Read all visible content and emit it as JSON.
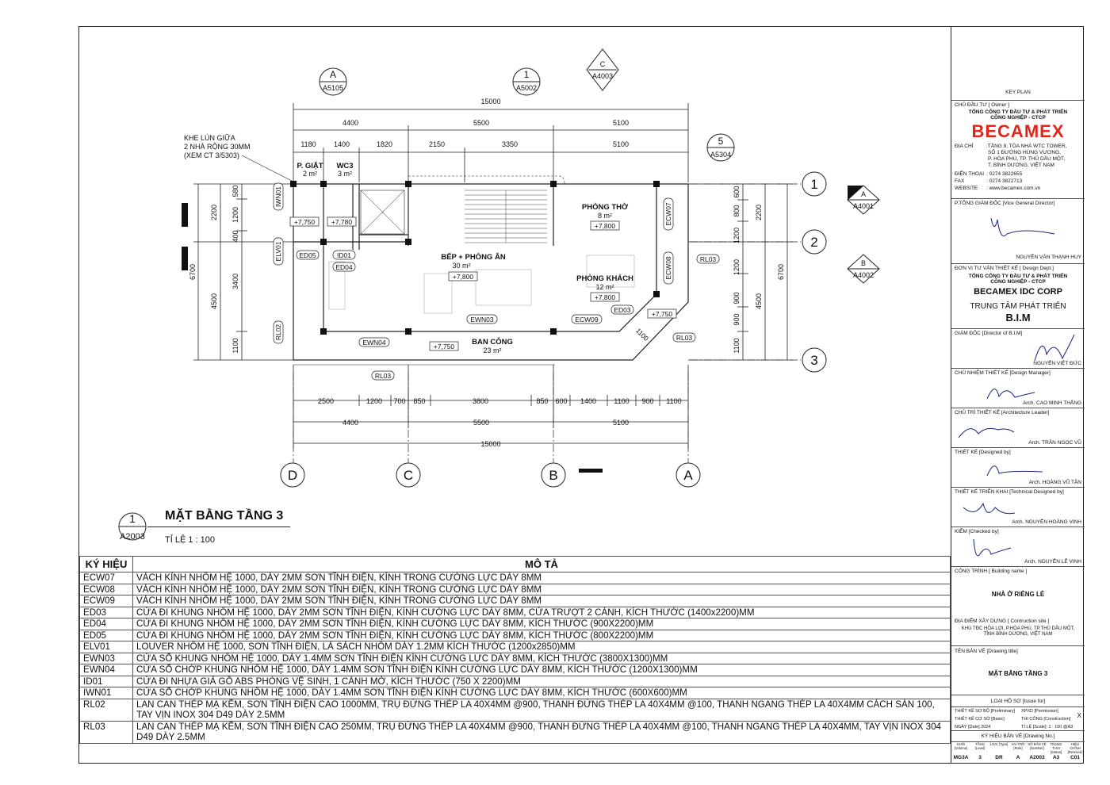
{
  "drawing": {
    "title": "MẶT BẰNG TẦNG 3",
    "scale": "TỈ LỆ  1 : 100",
    "view_number": "1",
    "view_sheet": "A2003",
    "dims_top_total": "15000",
    "dims_top_mid": [
      "4400",
      "5500",
      "5100"
    ],
    "dims_top_fine": [
      "1180",
      "1400",
      "1820",
      "2150",
      "3350",
      "5100"
    ],
    "dims_bottom_fine": [
      "2500",
      "1200",
      "700",
      "850",
      "3800",
      "850",
      "600",
      "1400",
      "1100",
      "900",
      "1100"
    ],
    "dims_bottom_mid": [
      "4400",
      "5500",
      "5100"
    ],
    "dims_bottom_total": "15000",
    "dims_left_outer": [
      "2200",
      "4500"
    ],
    "dims_left_inner": [
      "580",
      "1200",
      "400",
      "3400",
      "1100"
    ],
    "dims_left_total": "6700",
    "dims_right_inner": [
      "600",
      "800",
      "1200",
      "1200",
      "900",
      "900",
      "1100"
    ],
    "dims_right_outer": [
      "2200",
      "4500"
    ],
    "dims_right_total": "6700",
    "grid_cols": [
      "D",
      "C",
      "B",
      "A"
    ],
    "grid_rows": [
      "1",
      "2",
      "3"
    ],
    "callouts": [
      {
        "top": "A",
        "bottom": "A5105"
      },
      {
        "top": "1",
        "bottom": "A5002"
      },
      {
        "top": "C",
        "bottom": "A4003"
      },
      {
        "top": "5",
        "bottom": "A5304"
      },
      {
        "top": "A",
        "bottom": "A4001"
      },
      {
        "top": "B",
        "bottom": "A4002"
      }
    ],
    "note_lines": [
      "KHE LÚN GIỮA",
      "2 NHÀ RỘNG 30MM",
      "(XEM CT 3/5303)"
    ],
    "rooms": [
      {
        "name": "P. GIẶT",
        "area": "2 m²"
      },
      {
        "name": "WC3",
        "area": "3 m²"
      },
      {
        "name": "BẾP + PHÒNG ĂN",
        "area": "30 m²"
      },
      {
        "name": "PHÒNG THỜ",
        "area": "8 m²"
      },
      {
        "name": "PHÒNG KHÁCH",
        "area": "12 m²"
      },
      {
        "name": "BAN CÔNG",
        "area": "23 m²"
      }
    ],
    "levels": [
      "+7,750",
      "+7,780",
      "+7,800",
      "+7,800",
      "+7,800",
      "+7,750",
      "+7,750"
    ],
    "tags": [
      "IWN01",
      "ELV01",
      "ED05",
      "ID01",
      "ED04",
      "ECW07",
      "ECW08",
      "RL03",
      "ED03",
      "ECW09",
      "EWN03",
      "EWN04",
      "RL02",
      "RL03",
      "RL03"
    ],
    "tag_1100": "1100"
  },
  "legend": {
    "head_code": "KÝ HIỆU",
    "head_desc": "MÔ TẢ",
    "rows": [
      {
        "code": "ECW07",
        "desc": "VÁCH KÍNH NHÔM HỆ 1000, DÀY 2MM SƠN TĨNH ĐIỆN, KÍNH TRONG CƯỜNG LỰC DÀY 8MM"
      },
      {
        "code": "ECW08",
        "desc": "VÁCH KÍNH NHÔM HỆ 1000, DÀY 2MM SƠN TĨNH ĐIỆN, KÍNH TRONG CƯỜNG LỰC DÀY 8MM"
      },
      {
        "code": "ECW09",
        "desc": "VÁCH KÍNH NHÔM HỆ 1000, DÀY 2MM SƠN TĨNH ĐIỆN, KÍNH TRONG CƯỜNG LỰC DÀY 8MM"
      },
      {
        "code": "ED03",
        "desc": "CỬA ĐI KHUNG NHÔM HỆ 1000, DÀY 2MM SƠN TĨNH ĐIỆN, KÍNH CƯỜNG LỰC DÀY 8MM, CỬA TRƯỢT 2 CÁNH, KÍCH THƯỚC (1400x2200)MM"
      },
      {
        "code": "ED04",
        "desc": "CỬA ĐI KHUNG NHÔM HỆ 1000, DÀY 2MM SƠN TĨNH ĐIỆN, KÍNH CƯỜNG LỰC DÀY 8MM, KÍCH THƯỚC (900X2200)MM"
      },
      {
        "code": "ED05",
        "desc": "CỬA ĐI KHUNG NHÔM HỆ 1000, DÀY 2MM SƠN TĨNH ĐIỆN, KÍNH CƯỜNG LỰC DÀY 8MM, KÍCH THƯỚC (800X2200)MM"
      },
      {
        "code": "ELV01",
        "desc": "LOUVER NHÔM HỆ 1000, SƠN TĨNH ĐIỆN, LÁ SÁCH NHÔM DÀY 1.2MM KÍCH THƯỚC (1200x2850)MM"
      },
      {
        "code": "EWN03",
        "desc": "CỬA SỔ KHUNG NHÔM HỆ 1000, DÀY 1.4MM SƠN TĨNH ĐIỆN KÍNH CƯỜNG LỰC DÀY 8MM, KÍCH THƯỚC (3800X1300)MM"
      },
      {
        "code": "EWN04",
        "desc": "CỬA SỔ CHỚP KHUNG NHÔM HỆ 1000, DÀY 1.4MM SƠN TĨNH ĐIỆN KÍNH CƯỜNG LỰC DÀY 8MM, KÍCH THƯỚC (1200X1300)MM"
      },
      {
        "code": "ID01",
        "desc": "CỬA ĐI NHỰA GIẢ GỖ ABS PHÒNG VỆ SINH, 1 CÁNH MỞ, KÍCH THƯỚC (750 X 2200)MM"
      },
      {
        "code": "IWN01",
        "desc": "CỬA SỔ CHỚP KHUNG NHÔM HỆ 1000, DÀY 1.4MM SƠN TĨNH ĐIỆN KÍNH CƯỜNG LỰC DÀY 8MM, KÍCH THƯỚC (600X600)MM"
      },
      {
        "code": "RL02",
        "desc": "LAN CAN THÉP MẠ KẼM, SƠN TĨNH ĐIỆN CAO 1000MM, TRỤ ĐỨNG THÉP LA 40X4MM @900, THANH ĐỨNG THÉP LA 40X4MM @100, THANH NGANG THÉP LA 40X4MM CÁCH SÀN 100, TAY VỊN INOX 304 D49 DÀY 2.5MM"
      },
      {
        "code": "RL03",
        "desc": "LAN CAN THÉP MẠ KẼM, SƠN TĨNH ĐIỆN CAO 250MM, TRỤ ĐỨNG THÉP LA 40X4MM @900, THANH ĐỨNG THÉP LA 40X4MM @100, THANH NGANG THÉP LA 40X4MM, TAY VỊN INOX 304 D49 DÀY 2.5MM"
      }
    ]
  },
  "titleblock": {
    "key_plan": "KEY PLAN",
    "owner_label": "CHỦ ĐẦU TƯ  [ Owner ]",
    "owner_name1": "TỔNG CÔNG TY ĐẦU TƯ & PHÁT TRIỂN",
    "owner_name2": "CÔNG NGHIỆP - CTCP",
    "logo": "BECAMEX",
    "addr_label": "ĐỊA CHỈ",
    "addr_lines": [
      ":TẦNG 9, TÒA NHÀ WTC TOWER,",
      "SỐ 1 ĐƯỜNG HÙNG VƯƠNG,",
      "P. HÒA PHÚ, TP. THỦ DẦU MỘT,",
      "T. BÌNH DƯƠNG, VIỆT NAM"
    ],
    "phone_label": "ĐIỆN THOẠI",
    "phone": ": 0274 3822655",
    "fax_label": "FAX",
    "fax": ": 0274 3822713",
    "web_label": "WEBSITE",
    "web": ": www.becamex.com.vn",
    "vgd_label": "P.TỔNG GIÁM ĐỐC [Vice General Director]",
    "vgd_name": "NGUYỄN VĂN THANH HUY",
    "consult_label": "ĐƠN VỊ TƯ VẤN THIẾT KẾ  [ Design Dept.]",
    "consult_name1": "TỔNG CÔNG TY ĐẦU TƯ & PHÁT TRIỂN",
    "consult_name2": "CÔNG NGHIỆP - CTCP",
    "consult_corp": "BECAMEX IDC CORP",
    "center_line": "TRUNG TÂM PHÁT TRIỂN",
    "center_bim": "B.I.M",
    "director_label": "GIÁM ĐỐC [Director of B.I.M]",
    "director_name": "NGUYỄN VIỆT ĐỨC",
    "manager_label": "CHỦ NHIỆM THIẾT KẾ [Design Manager]",
    "manager_name": "Arch. CAO MINH THẮNG",
    "leader_label": "CHỦ TRÌ THIẾT KẾ [Architecture Leader]",
    "leader_name": "Arch. TRẦN NGỌC VŨ",
    "designer_label": "THIẾT KẾ [Designed by]",
    "designer_name": "Arch. HOÀNG VŨ TÂN",
    "tech_label": "THIẾT KẾ TRIỂN KHAI [Technical Designed by]",
    "tech_name": "Arch. NGUYỄN HOÀNG VINH",
    "check_label": "KIỂM [Checked by]",
    "check_name": "Arch. NGUYỄN LÊ VINH",
    "building_label": "CÔNG TRÌNH  [ Building name ]",
    "building_name": "NHÀ Ở RIÊNG LẺ",
    "site_label": "ĐỊA ĐIỂM XÂY DỰNG  [ Contruction site ]",
    "site_lines": [
      "KHU TĐC HÒA LỢI, P.HÒA PHÚ, TP.THỦ DẦU MỘT,",
      "TỈNH BÌNH DƯƠNG, VIỆT NAM"
    ],
    "dtitle_label": "TÊN BẢN VẼ  [Drawing title]",
    "dtitle": "MẶT BẰNG TẦNG 3",
    "issue_label": "LOẠI HỒ SƠ  [Issue for]",
    "issue_rows": [
      {
        "left": "THIẾT KẾ SƠ BỘ [Preliminary]",
        "right": "XPXD [Permission]"
      },
      {
        "left": "THIẾT KẾ CƠ SỞ [Basic]",
        "right": "THI CÔNG [Construction]"
      },
      {
        "left": "NGÀY [Date]    2024",
        "right": "TỈ LỆ [Scale]:  1 : 100 @A3"
      }
    ],
    "issue_mark": "X",
    "drawno_label": "KÝ HIỆU BẢN VẼ  [Drawing No.]",
    "drawno_heads": [
      "KHỐI [Volume]",
      "TẦNG [Level]",
      "LOẠI [Type]",
      "VAI TRÒ [Role]",
      "SỐ BẢN VẼ [Number]",
      "TRẠNG THÁI [Status]",
      "HIỆU CHỈNH [Revision]"
    ],
    "drawno_values": [
      "MG3A",
      "3",
      "DR",
      "A",
      "A2003",
      "A3",
      "C01"
    ]
  }
}
